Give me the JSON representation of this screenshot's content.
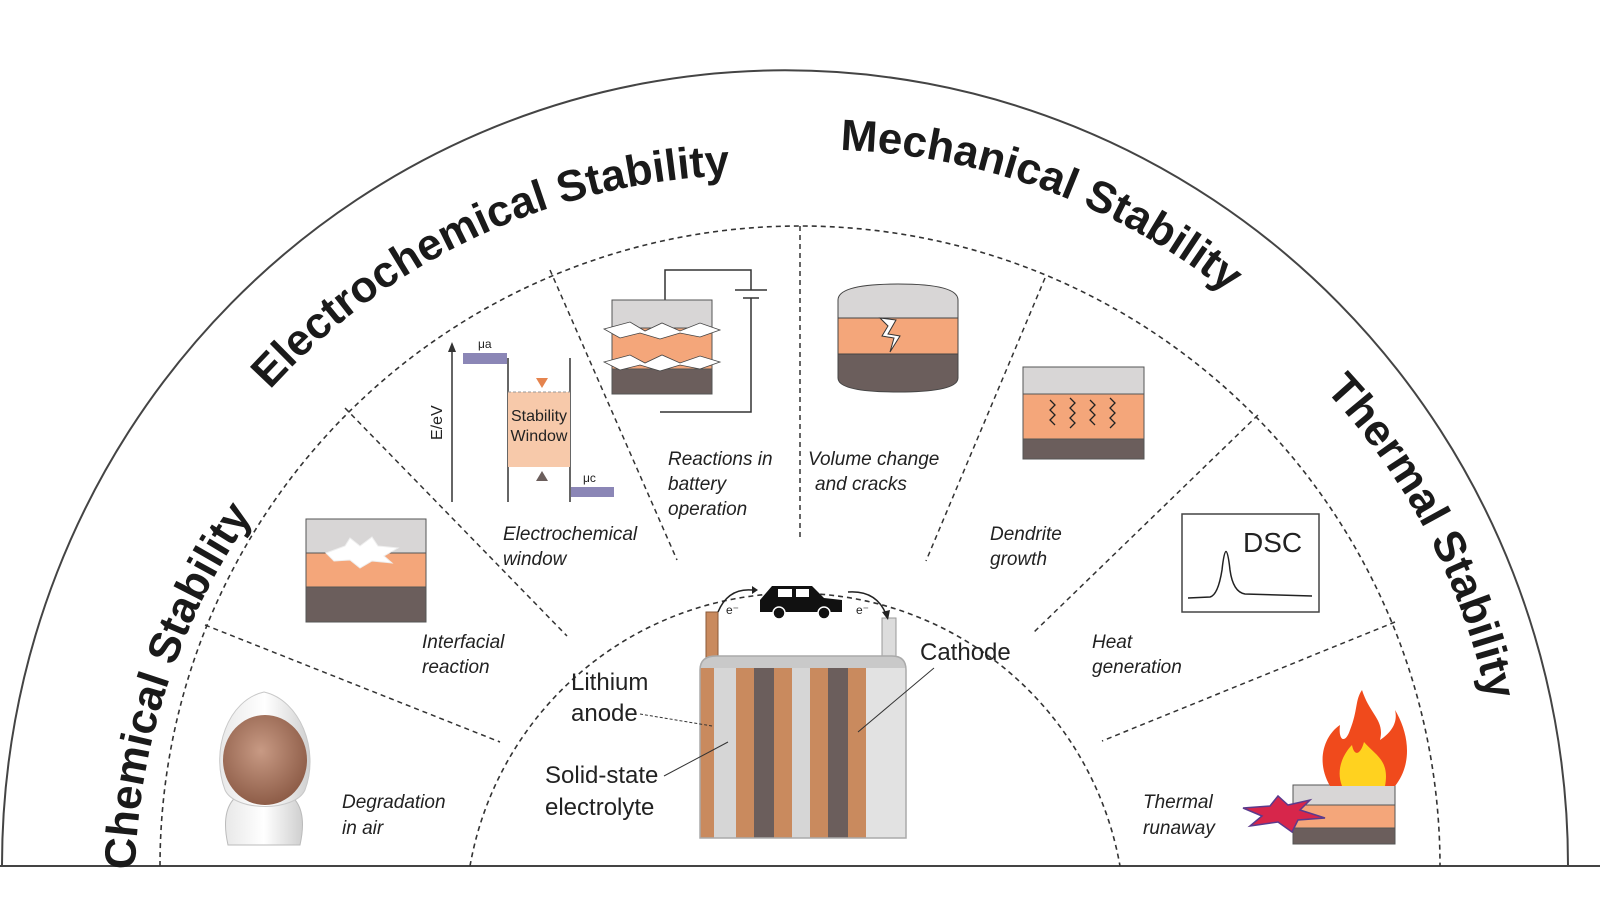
{
  "sections": {
    "chemical": "Chemical Stability",
    "electrochemical": "Electrochemical Stability",
    "mechanical": "Mechanical Stability",
    "thermal": "Thermal Stability"
  },
  "captions": {
    "degradation": [
      "Degradation",
      "in air"
    ],
    "interfacial": [
      "Interfacial",
      "reaction"
    ],
    "ec_window": [
      "Electrochemical",
      "window"
    ],
    "reactions": [
      "Reactions in",
      "battery",
      "operation"
    ],
    "volume": [
      "Volume change",
      "and cracks"
    ],
    "dendrite": [
      "Dendrite",
      "growth"
    ],
    "heat": [
      "Heat",
      "generation"
    ],
    "runaway": [
      "Thermal",
      "runaway"
    ]
  },
  "window_diagram": {
    "y_axis": "E/eV",
    "mu_a": "μa",
    "mu_c": "μc",
    "window_label": [
      "Stability",
      "Window"
    ]
  },
  "dsc_label": "DSC",
  "battery": {
    "lithium_anode": [
      "Lithium",
      "anode"
    ],
    "cathode": "Cathode",
    "electrolyte": [
      "Solid-state",
      "electrolyte"
    ],
    "electron_label": "e⁻"
  },
  "colors": {
    "anode_orange": "#f4a67a",
    "dark_layer": "#6b5e5c",
    "light_layer": "#d8d6d6",
    "bronze": "#c98a5e",
    "border": "#333333"
  }
}
